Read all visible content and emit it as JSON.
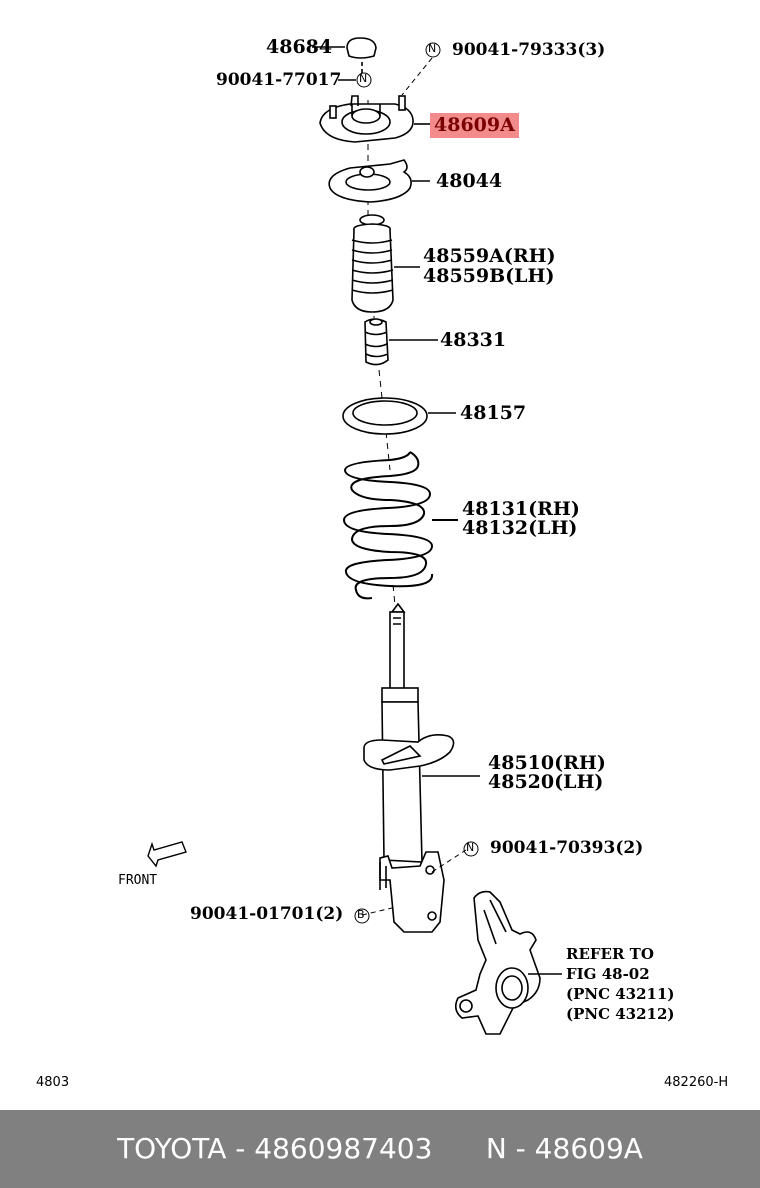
{
  "labels": {
    "p48684": "48684",
    "p90041_77017": "90041-77017",
    "p90041_79333": "90041-79333(3)",
    "p48609A": "48609A",
    "p48044": "48044",
    "p48559A": "48559A(RH)",
    "p48559B": "48559B(LH)",
    "p48331": "48331",
    "p48157": "48157",
    "p48131": "48131(RH)",
    "p48132": "48132(LH)",
    "p48510": "48510(RH)",
    "p48520": "48520(LH)",
    "p90041_70393": "90041-70393(2)",
    "p90041_01701": "90041-01701(2)",
    "front": "FRONT",
    "refer1": "REFER TO",
    "refer2": "FIG 48-02",
    "refer3": "(PNC 43211)",
    "refer4": "(PNC 43212)"
  },
  "markers": {
    "n": "N",
    "b": "B"
  },
  "page_codes": {
    "left": "4803",
    "right": "482260-H"
  },
  "highlight_color": "#f28b8b",
  "footer": {
    "text": "TOYOTA - 4860987403      N - 48609A"
  }
}
